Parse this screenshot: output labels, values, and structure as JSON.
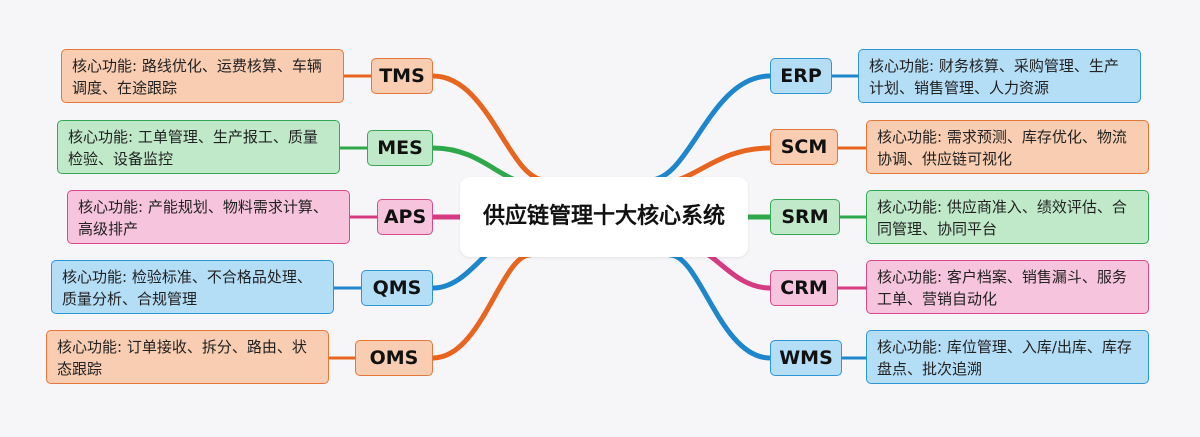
{
  "center": {
    "title": "供应链管理十大核心系统"
  },
  "colors": {
    "orange": "#e8651f",
    "green": "#2ea84a",
    "pink": "#d63a82",
    "blue": "#1d86cc"
  },
  "left": [
    {
      "key": "tms",
      "name": "TMS",
      "color": "orange",
      "desc": "核心功能: 路线优化、运费核算、车辆调度、在途跟踪"
    },
    {
      "key": "mes",
      "name": "MES",
      "color": "green",
      "desc": "核心功能: 工单管理、生产报工、质量检验、设备监控"
    },
    {
      "key": "aps",
      "name": "APS",
      "color": "pink",
      "desc": "核心功能: 产能规划、物料需求计算、高级排产"
    },
    {
      "key": "qms",
      "name": "QMS",
      "color": "blue",
      "desc": "核心功能: 检验标准、不合格品处理、质量分析、合规管理"
    },
    {
      "key": "oms",
      "name": "OMS",
      "color": "orange",
      "desc": "核心功能: 订单接收、拆分、路由、状态跟踪"
    }
  ],
  "right": [
    {
      "key": "erp",
      "name": "ERP",
      "color": "blue",
      "desc": "核心功能: 财务核算、采购管理、生产计划、销售管理、人力资源"
    },
    {
      "key": "scm",
      "name": "SCM",
      "color": "orange",
      "desc": "核心功能: 需求预测、库存优化、物流协调、供应链可视化"
    },
    {
      "key": "srm",
      "name": "SRM",
      "color": "green",
      "desc": "核心功能: 供应商准入、绩效评估、合同管理、协同平台"
    },
    {
      "key": "crm",
      "name": "CRM",
      "color": "pink",
      "desc": "核心功能: 客户档案、销售漏斗、服务工单、营销自动化"
    },
    {
      "key": "wms",
      "name": "WMS",
      "color": "blue",
      "desc": "核心功能: 库位管理、入库/出库、库存盘点、批次追溯"
    }
  ]
}
